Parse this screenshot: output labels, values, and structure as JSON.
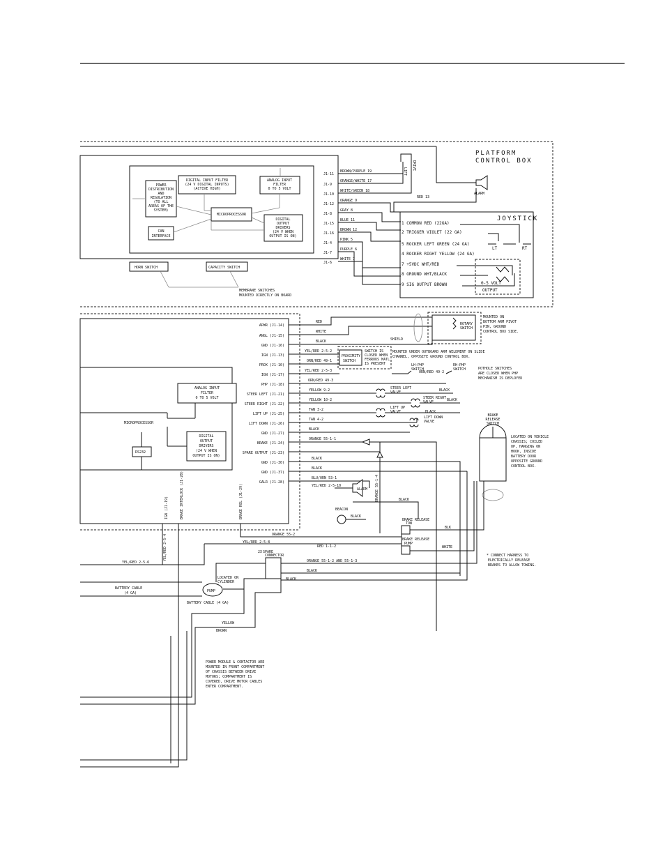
{
  "platform": {
    "title": [
      "PLATFORM",
      "CONTROL BOX"
    ],
    "board": {
      "power": [
        "POWER",
        "DISTRIBUTION",
        "AND",
        "REGULATION",
        "(TO ALL",
        "AREAS OF THE",
        "SYSTEM)"
      ],
      "digital_in": [
        "DIGITAL INPUT FILTER",
        "(24 V DIGITAL INPUTS)",
        "(ACTIVE HIGH)"
      ],
      "analog_in": [
        "ANALOG INPUT",
        "FILTER",
        "0 TO 5 VOLT"
      ],
      "micro": "MICROPROCESSOR",
      "can": [
        "CAN",
        "INTERFACE"
      ],
      "digital_out": [
        "DIGITAL",
        "OUTPUT",
        "DRIVERS",
        "(24 V WHEN",
        "OUTPUT IS ON)"
      ],
      "horn": "HORN SWITCH",
      "capacity": "CAPACITY SWITCH",
      "membrane_note": [
        "MEMBRANE SWITCHES",
        "MOUNTED DIRECTLY ON BOARD"
      ]
    },
    "pins": [
      "J1-11",
      "J1-9",
      "J1-10",
      "J1-12",
      "J1-8",
      "J1-15",
      "J1-16",
      "J1-4",
      "J1-7",
      "J1-6"
    ],
    "wires": [
      "BROWN/PURPLE 19",
      "ORANGE/WHITE 17",
      "WHITE/GREEN 18",
      "ORANGE 9",
      "GRAY 8",
      "BLUE 11",
      "BROWN 12",
      "PINK 5",
      "PURPLE 6",
      "WHITE 7"
    ],
    "lift": "LIFT",
    "drive": "DRIVE",
    "red13": "RED 13",
    "alarm": "ALARM",
    "joystick": {
      "title": "JOYSTICK",
      "rows": [
        "1 COMMON RED (22GA)",
        "2 TRIGGER VIOLET (22 GA)",
        "5 ROCKER LEFT GREEN (24 GA)",
        "4 ROCKER RIGHT YELLOW (24 GA)",
        "7 +5VDC WHT/RED",
        "8 GROUND WHT/BLACK",
        "9 SIG OUTPUT BROWN"
      ],
      "lt": "LT",
      "rt": "RT",
      "output": [
        "0-5 VOLT",
        "OUTPUT"
      ]
    }
  },
  "ground": {
    "pins": [
      "APWR (J1-14)",
      "ANGL (J1-15)",
      "GND (J1-16)",
      "IGN (J1-13)",
      "PROX (J1-10)",
      "IGN (J1-17)",
      "PHP (J1-18)",
      "STEER LEFT (J1-21)",
      "STEER RIGHT (J1-22)",
      "LIFT UP (J1-25)",
      "LIFT DOWN (J1-26)",
      "GND (J1-27)",
      "BRAKE (J1-24)",
      "SPARE OUTPUT (J1-23)",
      "GND (J1-30)",
      "GND (J1-37)",
      "GALR (J1-28)"
    ],
    "analog": [
      "ANALOG INPUT",
      "FILTER",
      "0 TO 5 VOLT"
    ],
    "micro": "MICROPROCESSOR",
    "rs232": "RS232",
    "digital_out": [
      "DIGITAL",
      "OUTPUT",
      "DRIVERS",
      "(24 V WHEN",
      "OUTPUT IS ON)"
    ],
    "vertical": [
      "IGN (J1-19)",
      "BRAKE INTERLOCK (J1-20)",
      "BRAKE REL (J1-29)"
    ]
  },
  "rotary": {
    "labels": [
      "RED",
      "WHITE",
      "BLACK",
      "SHIELD"
    ],
    "switch": [
      "ROTARY",
      "SWITCH"
    ],
    "note": [
      "MOUNTED ON",
      "BOTTOM ARM PIVOT",
      "PIN, GROUND",
      "CONTROL BOX SIDE."
    ]
  },
  "prox": {
    "wire1": "YEL/RED 2-5-2",
    "wire2": "ORN/RED 49-1",
    "wire3": "YEL/RED 2-5-3",
    "wire4": "ORN/RED 49-3",
    "switch": [
      "PROXIMITY",
      "SWITCH"
    ],
    "closed": [
      "SWITCH IS",
      "CLOSED WHEN",
      "FERROUS MATL",
      "IS PRESENT"
    ],
    "note": [
      "MOUNTED UNDER OUTBOARD ARM WELDMENT ON SLIDE",
      "CHANNEL, OPPOSITE GROUND CONTROL BOX."
    ]
  },
  "pothole": {
    "lh": [
      "LH-PHP",
      "SWITCH"
    ],
    "rh": [
      "RH-PHP",
      "SWITCH"
    ],
    "wire": "ORN/RED 49-2",
    "note": [
      "POTHOLE SWITCHES",
      "ARE CLOSED WHEN PHP",
      "MECHANISM IS DEPLOYED"
    ]
  },
  "valves": {
    "wires": [
      "YELLOW 9-2",
      "YELLOW 10-2",
      "TAN 3-2",
      "TAN 4-2",
      "BLACK"
    ],
    "black": "BLACK",
    "steer_left": [
      "STEER LEFT",
      "VALVE"
    ],
    "steer_right": [
      "STEER RIGHT",
      "VALVE"
    ],
    "lift_up": [
      "LIFT UP",
      "VALVE"
    ],
    "lift_down": [
      "LIFT DOWN",
      "VALVE"
    ]
  },
  "lower": {
    "orange1": "ORANGE 55-1-1",
    "black": "BLACK",
    "blu_orn": "BLU/ORN 53-1",
    "yel_red_10": "YEL/RED 2-5-10",
    "orange_vert": "ORANGE 55-1-4",
    "alarm": "ALARM",
    "beacon": "BEACON",
    "orange_552": "ORANGE 55-2",
    "yel_red_8": "YEL/RED 2-5-8",
    "yel_red_6": "YEL/RED 2-5-6",
    "yel_red_4": "YEL/RED 2-5-4",
    "red": "RED 1-1-2",
    "orange_pair": "ORANGE 55-1-2 AND 55-1-3",
    "contactor": [
      "2X",
      "SPARE",
      "CONNECTOR"
    ],
    "brake_tow": [
      "BRAKE RELEASE",
      "TOW"
    ],
    "brake_pump": [
      "BRAKE RELEASE",
      "PUMP"
    ],
    "blk": "BLK",
    "white": "WHITE",
    "brake_switch": [
      "BRAKE",
      "RELEASE",
      "SWITCH"
    ],
    "brake_note": [
      "LOCATED ON VEHICLE",
      "CHASSIS; COILED",
      "UP, HANGING ON",
      "HOOK, INSIDE",
      "BATTERY DOOR",
      "OPPOSITE GROUND",
      "CONTROL BOX."
    ],
    "tow_note": [
      "* CONNECT HARNESS TO",
      "ELECTRICALLY RELEASE",
      "BRAKES TO ALLOW TOWING."
    ],
    "pump": "PUMP",
    "pump_note": [
      "LOCATED ON",
      "CYLINDER"
    ],
    "battery_cable1": [
      "BATTERY CABLE",
      "(4 GA)"
    ],
    "battery_cable2": "BATTERY CABLE (4 GA)",
    "yellow": "YELLOW",
    "brown": "BROWN",
    "module_note": [
      "POWER MODULE & CONTACTOR ARE",
      "MOUNTED IN FRONT COMPARTMENT",
      "OF CHASSIS BETWEEN DRIVE",
      "MOTORS; COMPARTMENT IS",
      "COVERED, DRIVE MOTOR CABLES",
      "ENTER COMPARTMENT."
    ]
  }
}
